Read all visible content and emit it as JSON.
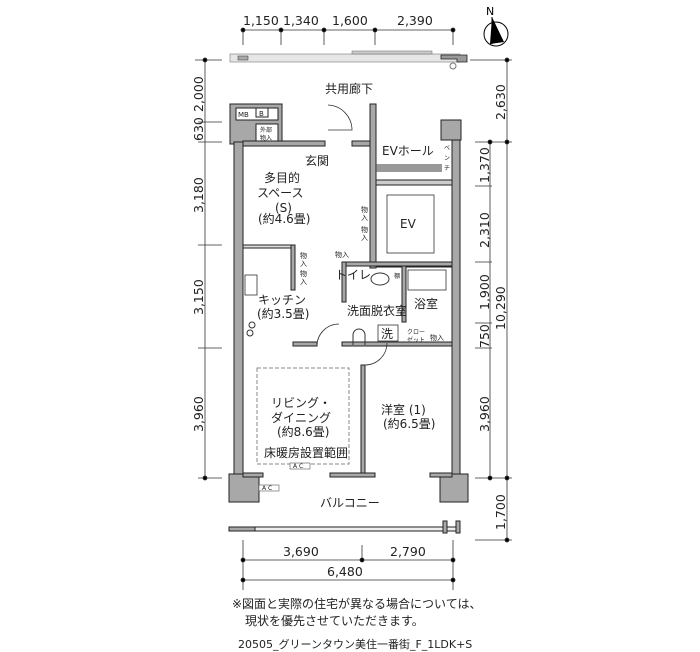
{
  "dimensions": {
    "top": [
      "1,150",
      "1,340",
      "1,600",
      "2,390"
    ],
    "left": [
      "2,000",
      "630",
      "3,180",
      "3,150",
      "3,960"
    ],
    "right_inner": [
      "1,370",
      "2,310",
      "1,900",
      "750",
      "3,960"
    ],
    "right_outer": [
      "2,630",
      "10,290",
      "1,700"
    ],
    "bottom": [
      "3,690",
      "2,790"
    ],
    "bottom_total": "6,480"
  },
  "compass": {
    "label": "N"
  },
  "rooms": {
    "corridor": "共用廊下",
    "mb": "MB",
    "b": "B",
    "outdoor_storage": [
      "外部",
      "物入"
    ],
    "entrance": "玄関",
    "ev_hall": "EVホール",
    "bench": [
      "ベ",
      "ン",
      "チ"
    ],
    "ev": "EV",
    "multi_space": [
      "多目的",
      "スペース",
      "(S)",
      "(約4.6畳)"
    ],
    "storage": "物入",
    "storage_v": [
      "物",
      "入"
    ],
    "toilet": "トイレ",
    "toilet_shelf": "棚",
    "kitchen": [
      "キッチン",
      "(約3.5畳)"
    ],
    "bath": "浴室",
    "washroom": "洗面脱衣室",
    "washer": "洗",
    "closet": [
      "クロー",
      "ゼット"
    ],
    "living": [
      "リビング・",
      "ダイニング",
      "(約8.6畳)"
    ],
    "floor_heating": "床暖房設置範囲",
    "ac": "A C",
    "western_room": [
      "洋室 (1)",
      "(約6.5畳)"
    ],
    "balcony": "バルコニー"
  },
  "notes": [
    "※図面と実際の住宅が異なる場合については、",
    "現状を優先させていただきます。"
  ],
  "footer": "20505_グリーンタウン美住一番街_F_1LDK+S"
}
